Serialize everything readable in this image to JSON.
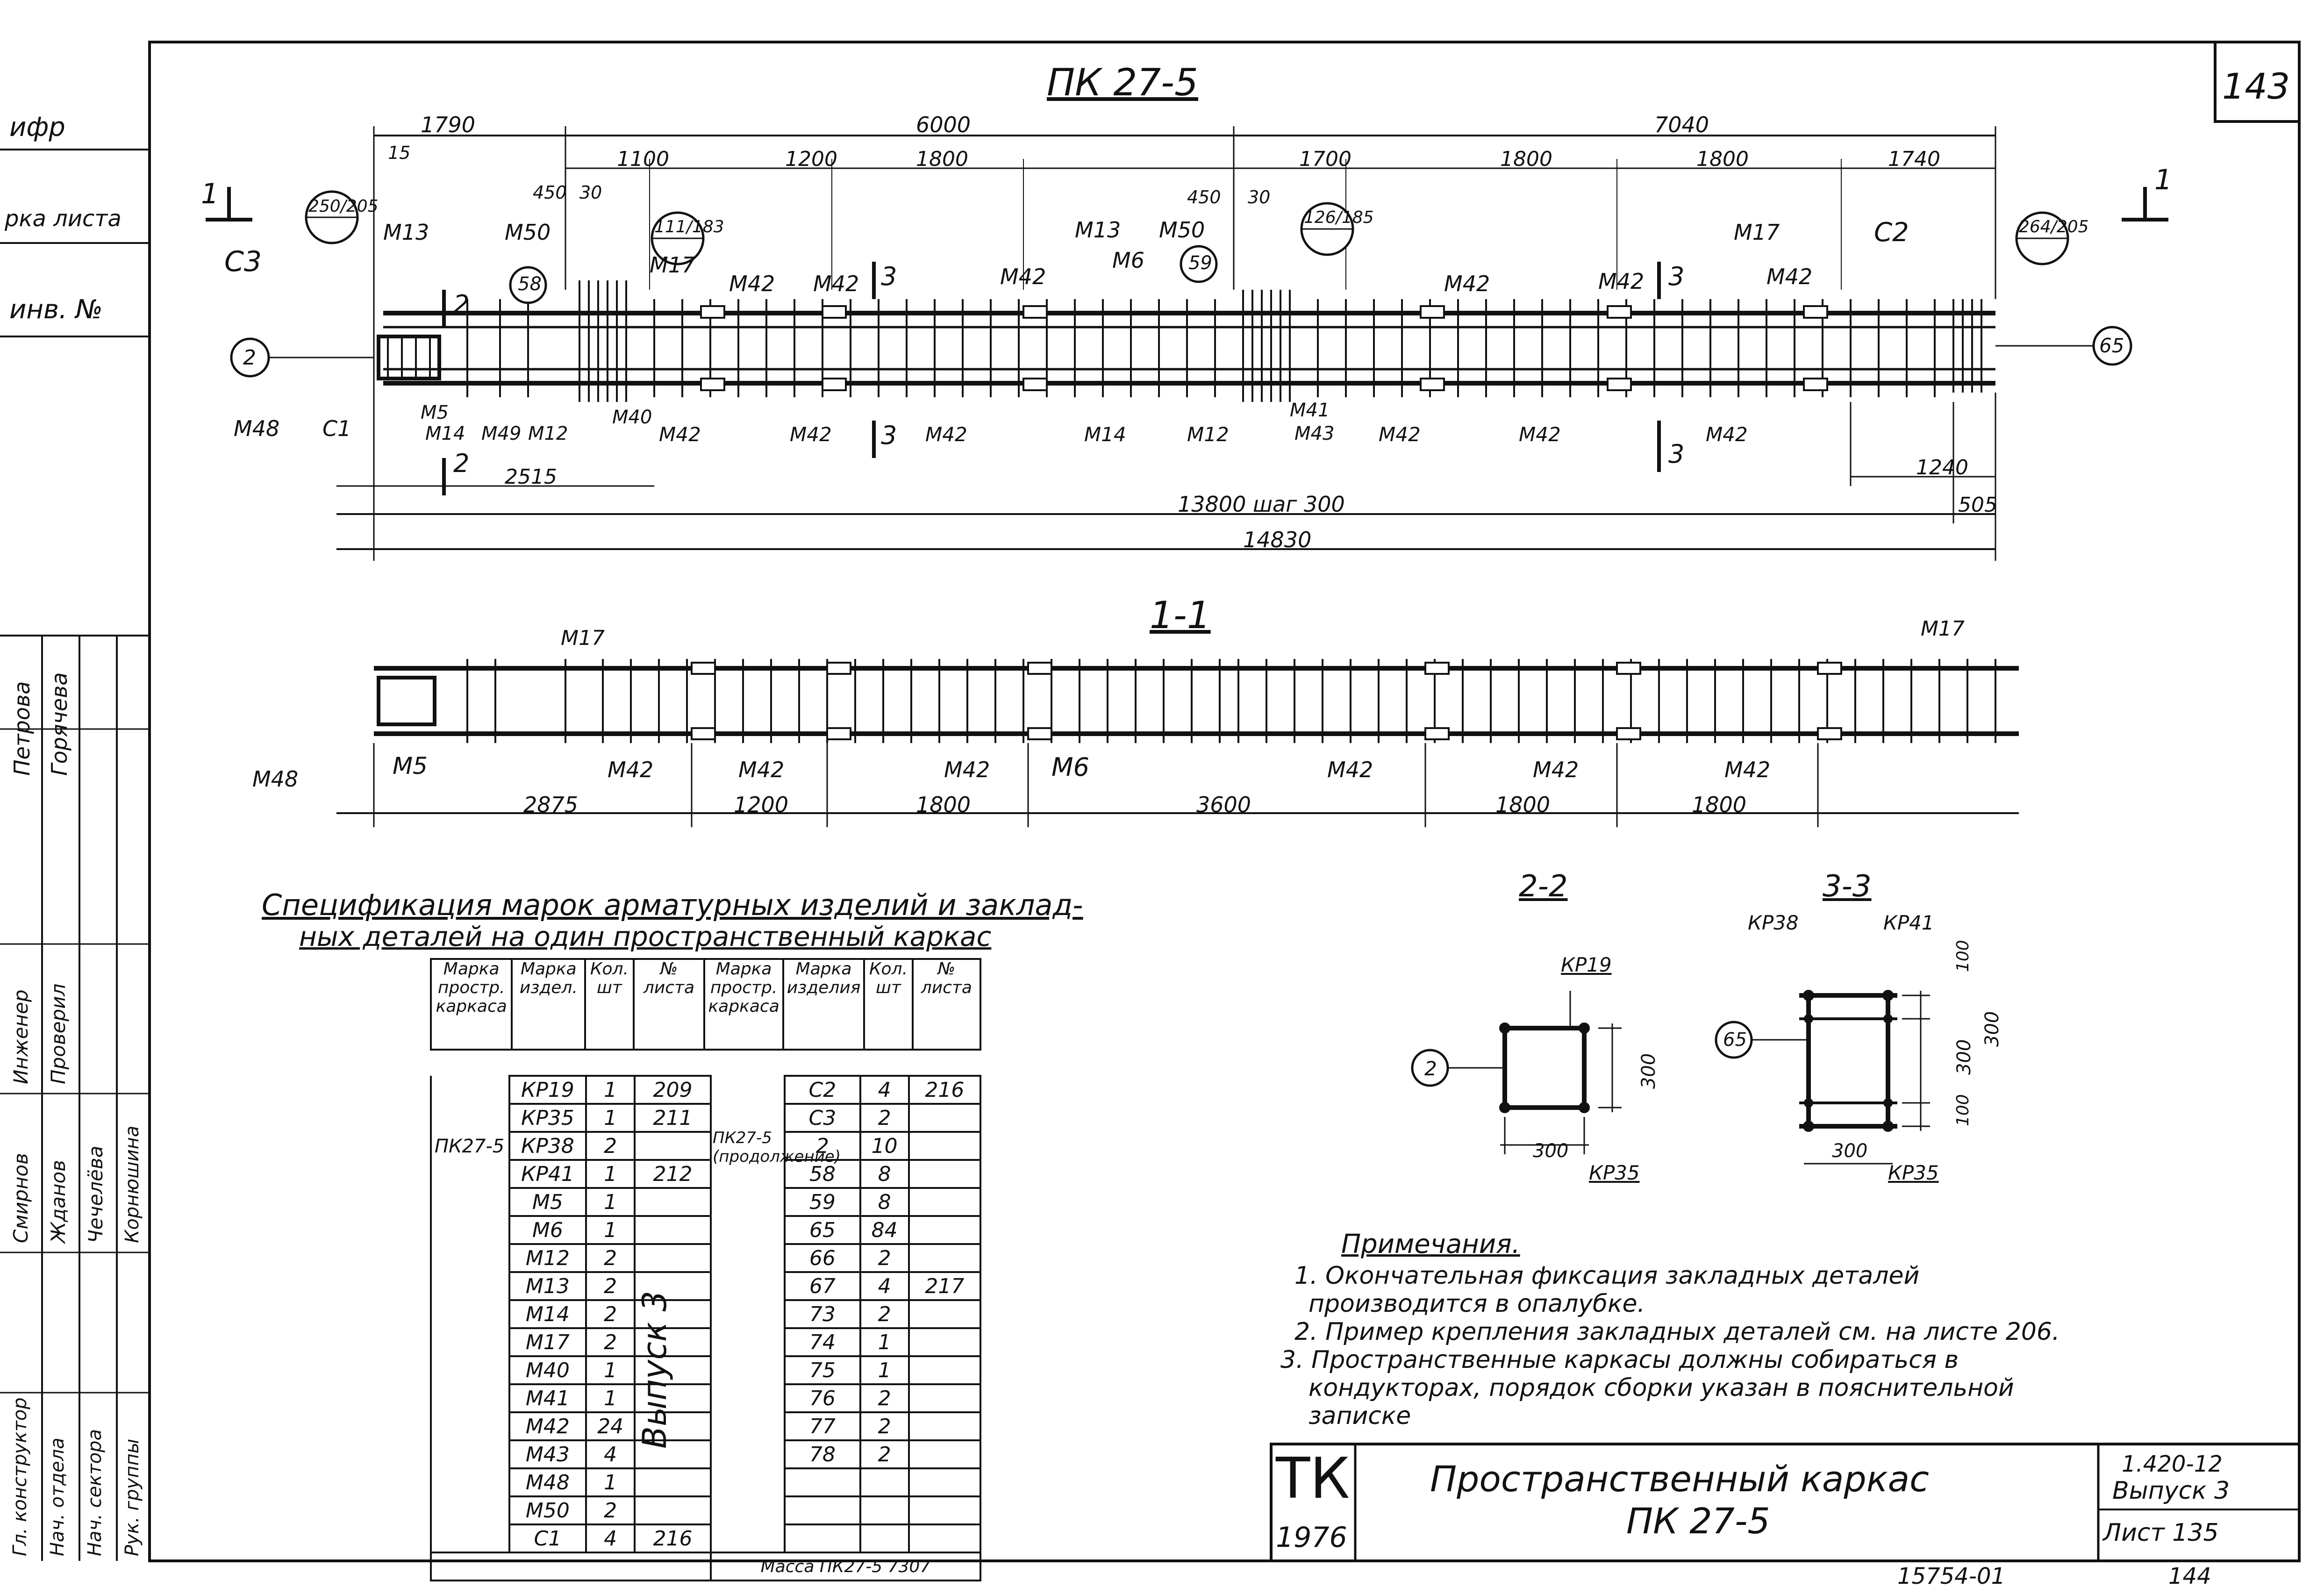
{
  "sheet_number": "143",
  "title_main": "ПК 27-5",
  "sidebar": {
    "labels": [
      "ифр",
      "рка листа",
      "инв. №"
    ]
  },
  "plan": {
    "top_dims": [
      "1790",
      "6000",
      "7040"
    ],
    "second_dims": [
      "1100",
      "1200",
      "1800",
      "1700",
      "1800",
      "1800",
      "1740"
    ],
    "small_dims": [
      "15",
      "450",
      "30",
      "450",
      "30"
    ],
    "callouts_left": [
      "250/205",
      "111/183",
      "58",
      "126/185",
      "59",
      "264/205"
    ],
    "labels_top": [
      "М13",
      "М50",
      "М17",
      "М42",
      "М42",
      "М42",
      "М6",
      "М13",
      "М50",
      "М42",
      "М42",
      "М17",
      "М42",
      "С2",
      "С3"
    ],
    "labels_bottom": [
      "М48",
      "С1",
      "М5",
      "М14",
      "М49",
      "М12",
      "М40",
      "М42",
      "М42",
      "М42",
      "М14",
      "М12",
      "М41",
      "М43",
      "М42",
      "М42",
      "М42"
    ],
    "section_marks": [
      "1",
      "1",
      "2",
      "2",
      "3",
      "3",
      "3",
      "3"
    ],
    "axis_left": "2",
    "axis_right": "65",
    "bottom_dims": [
      "2515",
      "13800 шаг 300",
      "14830",
      "1240",
      "505"
    ]
  },
  "section_11": {
    "title": "1-1",
    "labels": [
      "М17",
      "М17",
      "М48",
      "М5",
      "М42",
      "М42",
      "М42",
      "М6",
      "М42",
      "М42",
      "М42"
    ],
    "dims": [
      "2875",
      "1200",
      "1800",
      "3600",
      "1800",
      "1800"
    ]
  },
  "section_22": {
    "title": "2-2",
    "labels": [
      "КР19",
      "КР35"
    ],
    "dims": [
      "300",
      "300"
    ],
    "axis": "2"
  },
  "section_33": {
    "title": "3-3",
    "labels": [
      "КР38",
      "КР41",
      "КР35"
    ],
    "dims": [
      "100",
      "300",
      "100",
      "300",
      "300"
    ],
    "axis": "65"
  },
  "spec": {
    "title_line1": "Спецификация марок арматурных изделий и заклад-",
    "title_line2": "ных деталей на один пространственный каркас",
    "headers": [
      "Марка простр. каркаса",
      "Марка издел.",
      "Кол. шт",
      "№ листа",
      "Марка простр. каркаса",
      "Марка изделия",
      "Кол. шт",
      "№ листа"
    ],
    "left_mark": "ПК27-5",
    "right_mark": "ПК27-5 (продолжение)",
    "vol_label": "Выпуск 3",
    "left_rows": [
      [
        "КР19",
        "1",
        "209"
      ],
      [
        "КР35",
        "1",
        "211"
      ],
      [
        "КР38",
        "2",
        ""
      ],
      [
        "КР41",
        "1",
        "212"
      ],
      [
        "М5",
        "1",
        ""
      ],
      [
        "М6",
        "1",
        ""
      ],
      [
        "М12",
        "2",
        ""
      ],
      [
        "М13",
        "2",
        ""
      ],
      [
        "М14",
        "2",
        ""
      ],
      [
        "М17",
        "2",
        ""
      ],
      [
        "М40",
        "1",
        ""
      ],
      [
        "М41",
        "1",
        ""
      ],
      [
        "М42",
        "24",
        ""
      ],
      [
        "М43",
        "4",
        ""
      ],
      [
        "М48",
        "1",
        ""
      ],
      [
        "М50",
        "2",
        ""
      ],
      [
        "С1",
        "4",
        "216"
      ]
    ],
    "right_rows": [
      [
        "С2",
        "4",
        "216"
      ],
      [
        "С3",
        "2",
        ""
      ],
      [
        "2",
        "10",
        ""
      ],
      [
        "58",
        "8",
        ""
      ],
      [
        "59",
        "8",
        ""
      ],
      [
        "65",
        "84",
        ""
      ],
      [
        "66",
        "2",
        ""
      ],
      [
        "67",
        "4",
        "217"
      ],
      [
        "73",
        "2",
        ""
      ],
      [
        "74",
        "1",
        ""
      ],
      [
        "75",
        "1",
        ""
      ],
      [
        "76",
        "2",
        ""
      ],
      [
        "77",
        "2",
        ""
      ],
      [
        "78",
        "2",
        ""
      ],
      [
        "",
        "",
        ""
      ],
      [
        "",
        "",
        ""
      ]
    ],
    "mass_label": "Масса ПК27-5 7307"
  },
  "notes": {
    "title": "Примечания.",
    "items": [
      "1. Окончательная фиксация закладных деталей",
      "производится в опалубке.",
      "2. Пример крепления закладных деталей см. на листе 206.",
      "3. Пространственные каркасы должны собираться в",
      "кондукторах, порядок сборки указан в пояснительной",
      "записке"
    ]
  },
  "title_block": {
    "logo_top": "ТК",
    "logo_year": "1976",
    "name_line1": "Пространственный каркас",
    "name_line2": "ПК 27-5",
    "code": "1.420-12",
    "issue": "Выпуск 3",
    "sheet_label": "Лист 135",
    "sheet_alt": "144",
    "archive": "15754-01"
  },
  "signatures": {
    "roles": [
      "Гл. конструктор",
      "Нач. отдела",
      "Нач. сектора",
      "Рук. группы",
      "Смирнов",
      "Жданов",
      "Чечелёва",
      "Корнюшина",
      "Инженер",
      "Проверил",
      "Петрова",
      "Горячева"
    ]
  }
}
